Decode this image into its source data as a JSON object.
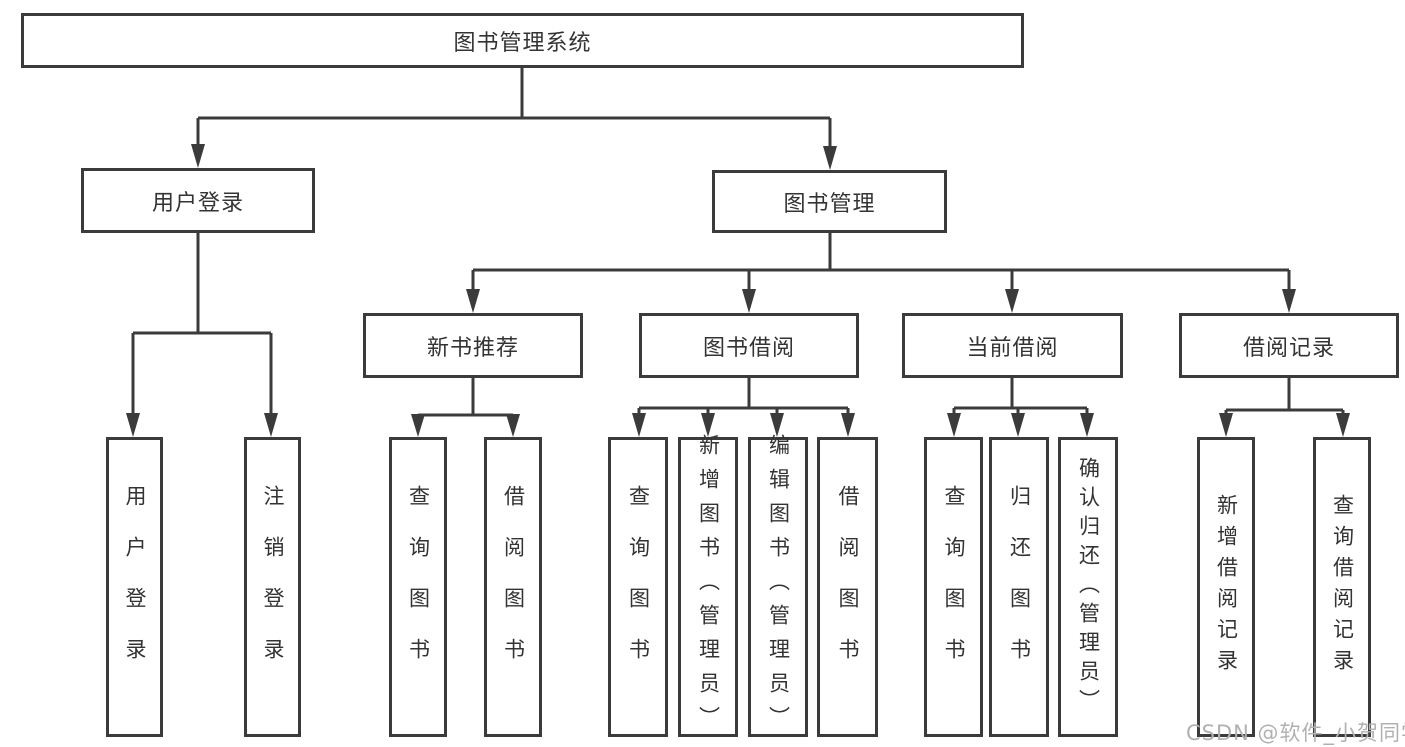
{
  "diagram": {
    "root": {
      "label": "图书管理系统"
    },
    "level2": {
      "user_login": "用户登录",
      "book_management": "图书管理"
    },
    "level3": {
      "new_book_recommend": "新书推荐",
      "book_borrow": "图书借阅",
      "current_borrow": "当前借阅",
      "borrow_records": "借阅记录"
    },
    "leaves": {
      "user_login": "用户登录",
      "logout": "注销登录",
      "rec_query_book": "查询图书",
      "rec_borrow_book": "借阅图书",
      "bb_query_book": "查询图书",
      "bb_add_book": "新增图书（管理员）",
      "bb_edit_book": "编辑图书（管理员）",
      "bb_borrow_book": "借阅图书",
      "cb_query_book": "查询图书",
      "cb_return_book": "归还图书",
      "cb_confirm_return": "确认归还（管理员）",
      "br_add_record": "新增借阅记录",
      "br_query_record": "查询借阅记录"
    }
  },
  "watermark": {
    "text": "CSDN @软件_小贺同学"
  },
  "colors": {
    "line": "#3b3b3b",
    "text": "#333333",
    "watermark": "#b3b0b0",
    "background": "#ffffff"
  }
}
